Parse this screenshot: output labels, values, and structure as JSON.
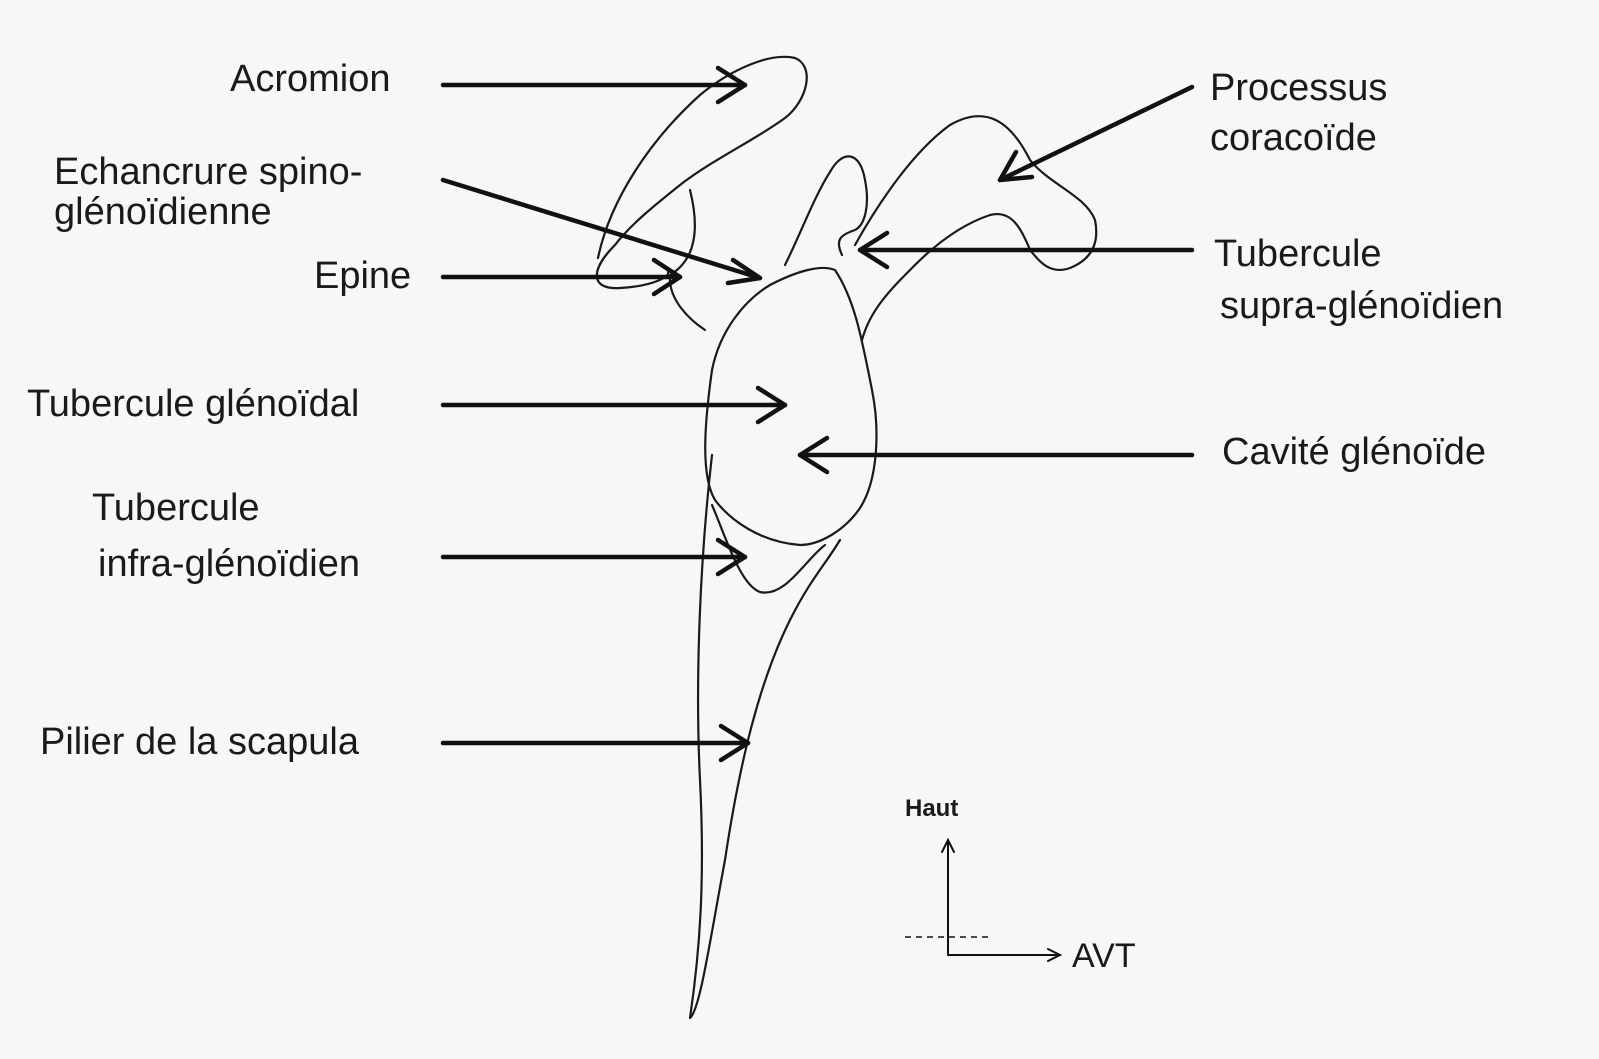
{
  "labels": {
    "acromion": "Acromion",
    "echancrure_line1": "Echancrure spino-",
    "echancrure_line2": "glénoïdienne",
    "epine": "Epine",
    "tubercule_glenoidal": "Tubercule glénoïdal",
    "tubercule_infra_line1": "Tubercule",
    "tubercule_infra_line2": "infra-glénoïdien",
    "pilier": "Pilier de la scapula",
    "processus_line1": "Processus",
    "processus_line2": "coracoïde",
    "tubercule_supra_line1": "Tubercule",
    "tubercule_supra_line2": "supra-glénoïdien",
    "cavite": "Cavité glénoïde"
  },
  "orientation": {
    "up": "Haut",
    "forward": "AVT"
  }
}
